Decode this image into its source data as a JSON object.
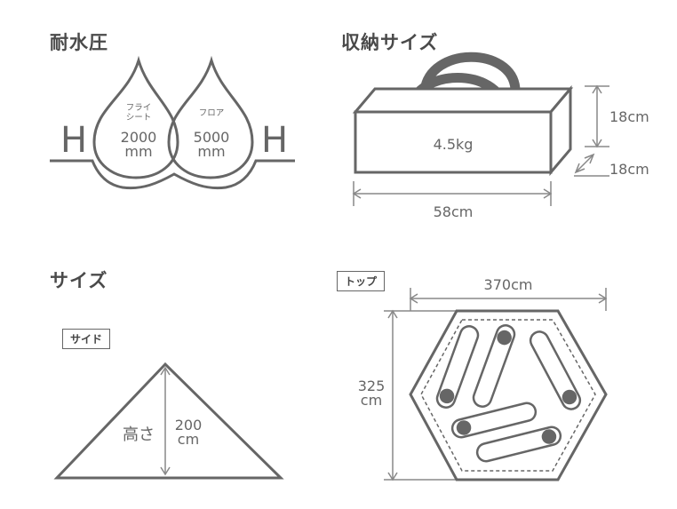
{
  "water_pressure": {
    "heading": "耐水圧",
    "h_label": "H",
    "fly": {
      "name_line1": "フライ",
      "name_line2": "シート",
      "value": "2000",
      "unit": "mm"
    },
    "floor": {
      "name": "フロア",
      "value": "5000",
      "unit": "mm"
    }
  },
  "storage_size": {
    "heading": "収納サイズ",
    "weight": "4.5kg",
    "height": "18cm",
    "depth": "18cm",
    "width": "58cm"
  },
  "size": {
    "heading": "サイズ",
    "side_tag": "サイド",
    "height_label": "高さ",
    "height_value": "200",
    "height_unit": "cm"
  },
  "top_view": {
    "tag": "トップ",
    "width": "370cm",
    "depth_value": "325",
    "depth_unit": "cm"
  },
  "colors": {
    "line": "#666666",
    "text": "#555555",
    "heading": "#4a4a4a"
  }
}
